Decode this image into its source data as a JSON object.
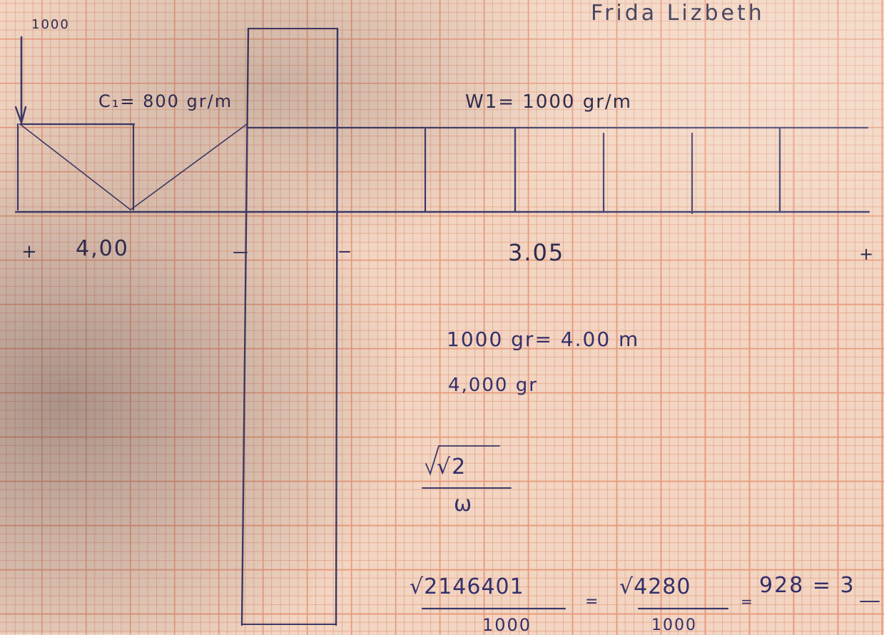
{
  "signature": "Frida Lizbeth",
  "load_value": "1000",
  "c1_label": "C₁= 800 gr/m",
  "w1_label": "W1= 1000 gr/m",
  "left_dim": "4,00",
  "right_dim": "3.05",
  "plus_left": "+",
  "plus_right": "+",
  "calc": {
    "line1": "1000  gr= 4.00 m",
    "line2": "4,000 gr",
    "frac_num": "√2",
    "frac_den": "ω",
    "eq_num1": "√2146401",
    "eq_den1": "1000",
    "eq_sign1": "=",
    "eq_num2": "√4280",
    "eq_den2": "1000",
    "eq_sign2": "=",
    "eq_result": "928 = 3"
  }
}
